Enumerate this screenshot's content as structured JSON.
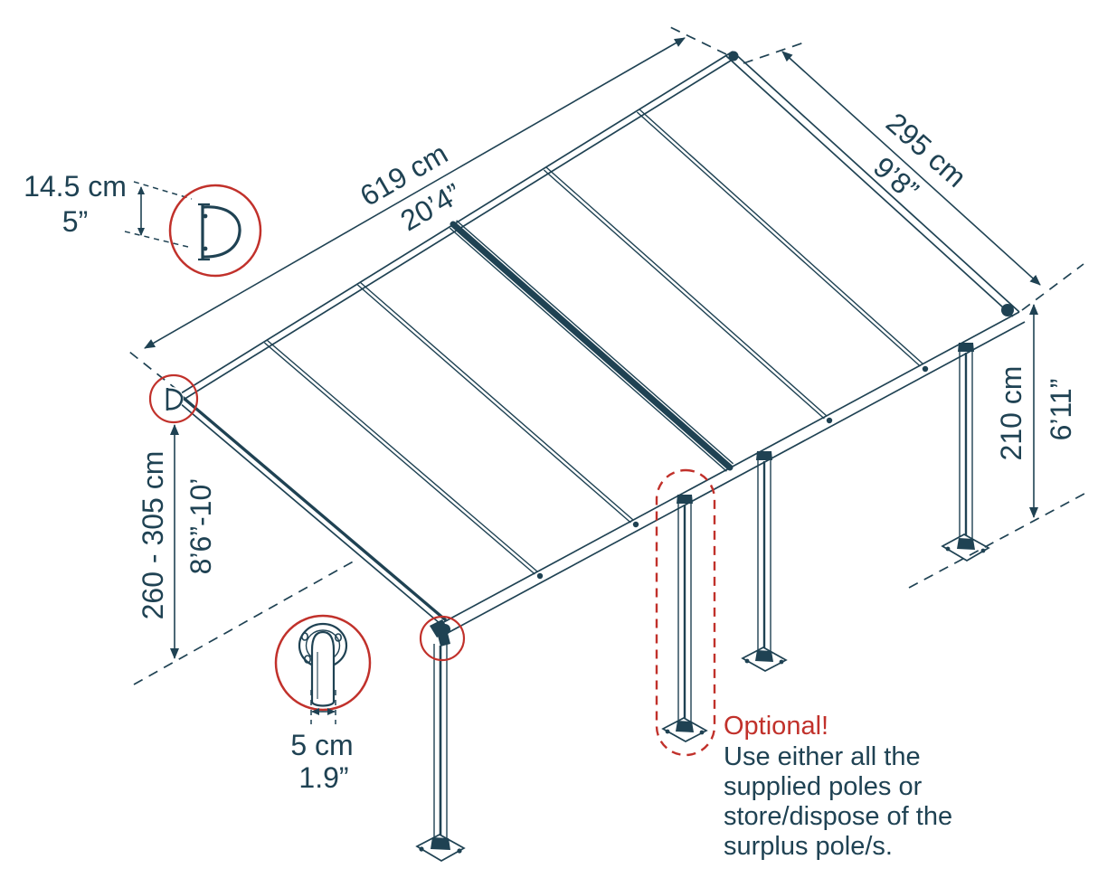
{
  "colors": {
    "ink": "#1f4253",
    "red": "#c1312b",
    "background": "#ffffff"
  },
  "dimensions": {
    "width": {
      "metric": "619 cm",
      "imperial": "20’4”"
    },
    "depth": {
      "metric": "295 cm",
      "imperial": "9’8”"
    },
    "rear_height": {
      "metric": "260 - 305 cm",
      "imperial": "8’6”-10’"
    },
    "front_height": {
      "metric": "210 cm",
      "imperial": "6’11”"
    },
    "gutter_profile": {
      "metric": "14.5 cm",
      "imperial": "5”"
    },
    "pole_diameter": {
      "metric": "5 cm",
      "imperial": "1.9”"
    }
  },
  "note": {
    "title": "Optional!",
    "lines": [
      "Use either all the",
      "supplied poles or",
      "store/dispose of the",
      "surplus pole/s."
    ]
  }
}
